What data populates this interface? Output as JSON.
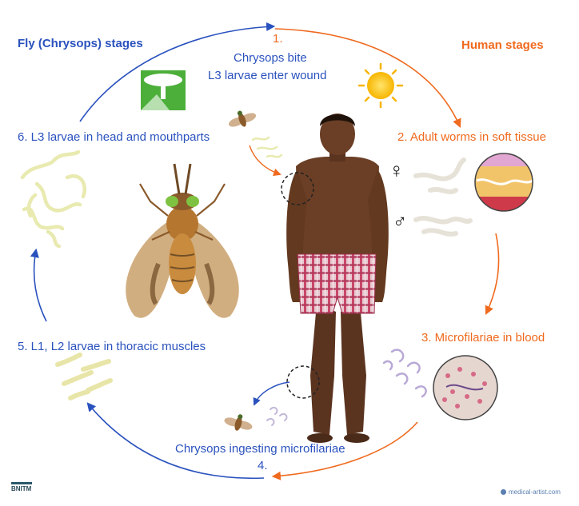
{
  "headers": {
    "fly": "Fly (Chrysops) stages",
    "human": "Human stages"
  },
  "steps": {
    "s1_num": "1.",
    "s1_line1": "Chrysops bite",
    "s1_line2": "L3 larvae enter wound",
    "s2": "2. Adult worms in soft tissue",
    "s3": "3. Microfilariae in blood",
    "s4_text": "Chrysops ingesting microfilariae",
    "s4_num": "4.",
    "s5": "5. L1, L2 larvae in thoracic muscles",
    "s6": "6. L3 larvae in head and mouthparts"
  },
  "symbols": {
    "female": "♀",
    "male": "♂"
  },
  "footer": {
    "logo_left": "BNITM",
    "credit_right": "medical-artist.com"
  },
  "colors": {
    "fly_cycle": "#2a52be",
    "human_cycle": "#ef6a1e",
    "skin": "#6b3f26",
    "shorts": "#c9486a"
  }
}
